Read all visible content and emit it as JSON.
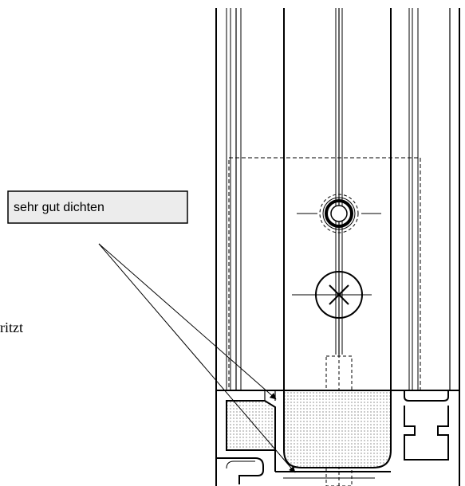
{
  "labels": {
    "callout": "sehr gut dichten",
    "side_note": "ritzt"
  },
  "colors": {
    "line": "#000000",
    "callout_fill": "#ececec",
    "background": "#ffffff"
  },
  "symbols": {
    "upper_fastener": "round-hole-symbol",
    "lower_fastener": "screw-cross-symbol"
  }
}
